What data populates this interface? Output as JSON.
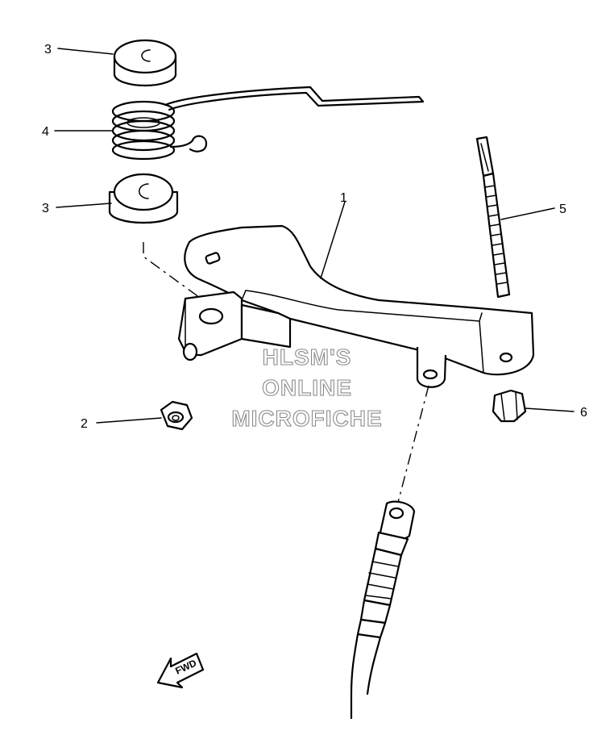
{
  "diagram": {
    "callouts": [
      {
        "id": "c-3a",
        "label": "3"
      },
      {
        "id": "c-4",
        "label": "4"
      },
      {
        "id": "c-3b",
        "label": "3"
      },
      {
        "id": "c-1",
        "label": "1"
      },
      {
        "id": "c-5",
        "label": "5"
      },
      {
        "id": "c-2",
        "label": "2"
      },
      {
        "id": "c-6",
        "label": "6"
      }
    ],
    "watermark": {
      "line1": "HLSM'S",
      "line2": "ONLINE",
      "line3": "MICROFICHE"
    },
    "direction_arrow": {
      "label": "FWD",
      "icon": "fwd-arrow-icon"
    }
  }
}
